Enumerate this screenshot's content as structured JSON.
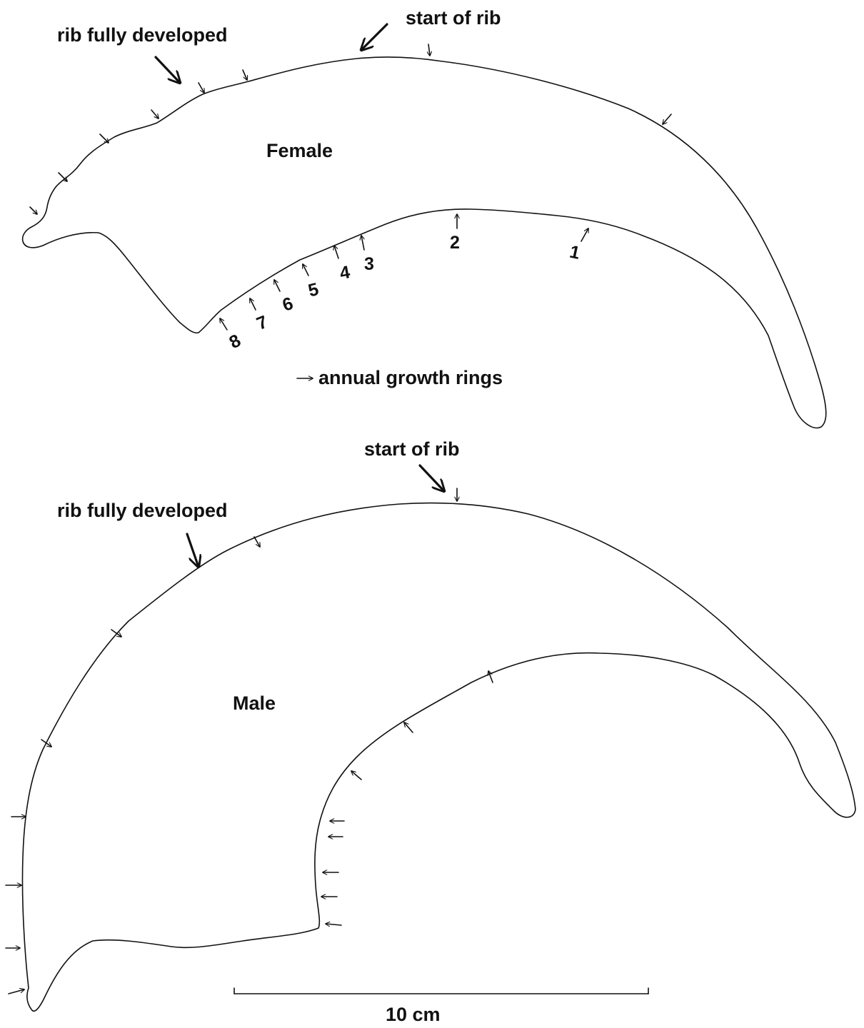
{
  "female": {
    "label": "Female",
    "start_of_rib": "start of rib",
    "rib_fully_developed": "rib fully developed",
    "ring_numbers": [
      "1",
      "2",
      "3",
      "4",
      "5",
      "6",
      "7",
      "8"
    ],
    "legend": "annual growth rings"
  },
  "male": {
    "label": "Male",
    "start_of_rib": "start of rib",
    "rib_fully_developed": "rib fully developed"
  },
  "scale_bar": {
    "label": "10 cm"
  }
}
